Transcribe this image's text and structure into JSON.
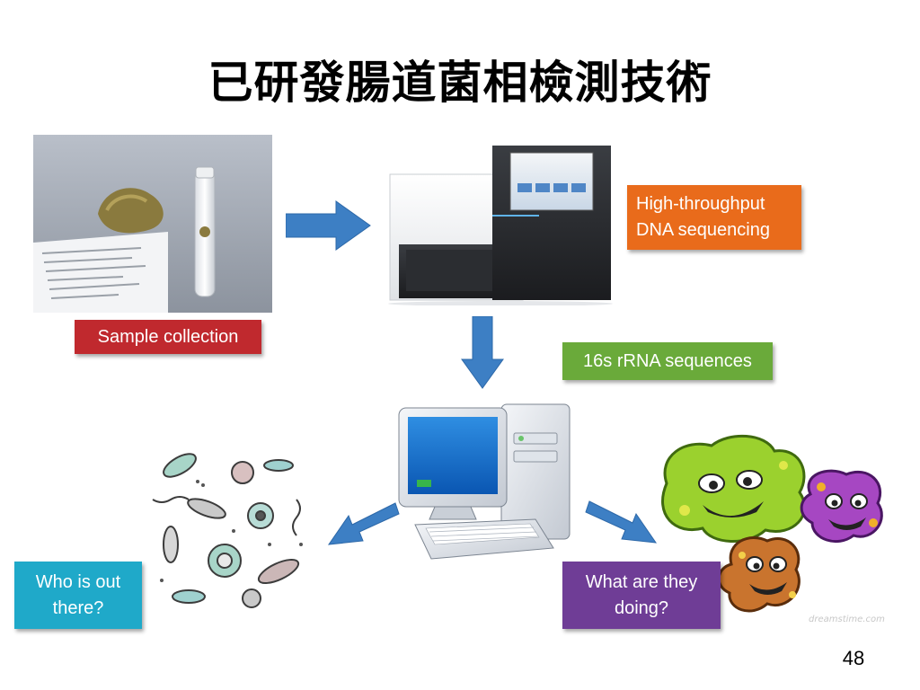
{
  "title": "已研發腸道菌相檢測技術",
  "labels": {
    "sample_collection": "Sample collection",
    "high_throughput": "High-throughput\nDNA sequencing",
    "rrna": "16s rRNA sequences",
    "who": "Who is out there?",
    "what": "What are they doing?"
  },
  "watermark": "dreamstime.com",
  "page_number": "48",
  "colors": {
    "red": "#c0292e",
    "orange": "#e96b1b",
    "green": "#6aaa3a",
    "teal": "#1fa9c9",
    "purple": "#6f3d96",
    "arrow": "#3d7fc4"
  }
}
